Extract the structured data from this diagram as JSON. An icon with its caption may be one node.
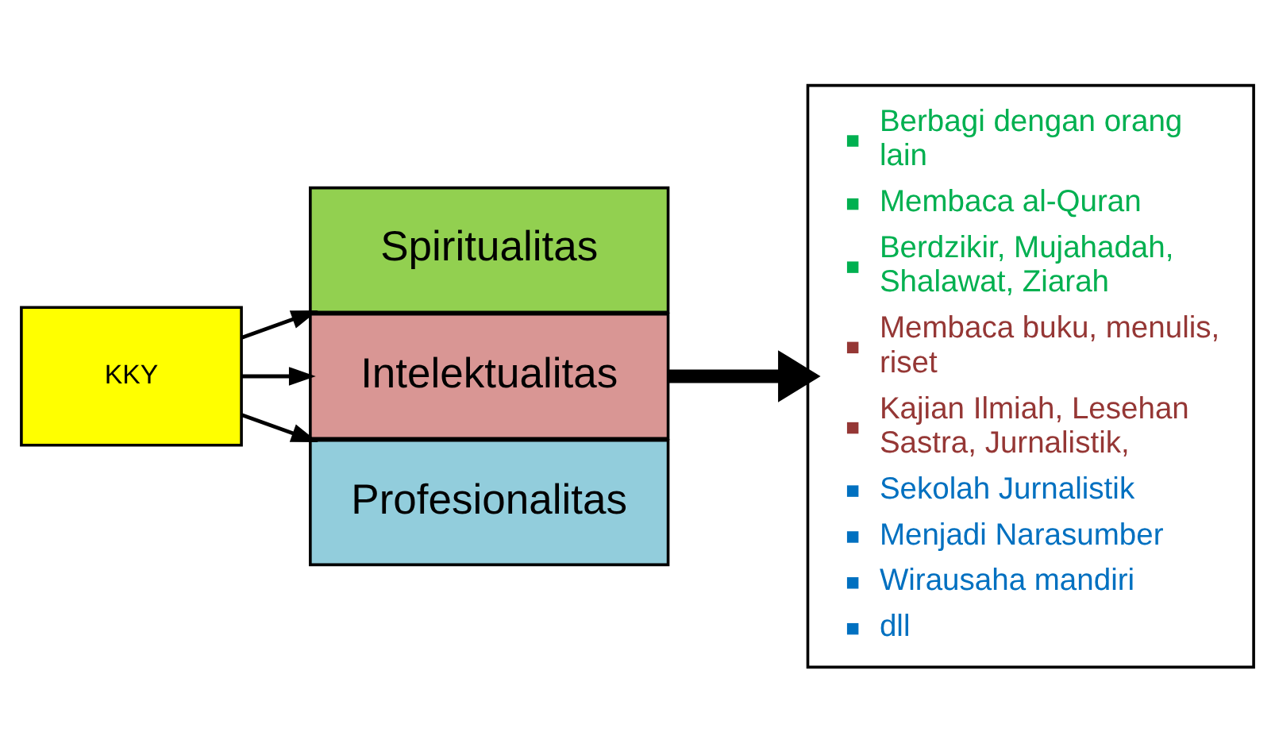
{
  "diagram": {
    "nodes": [
      {
        "text": [
          "KKY"
        ]
      },
      {
        "text": [
          "Spiritualitas"
        ]
      },
      {
        "text": [
          "Intelektualitas"
        ]
      },
      {
        "text": [
          "Profesionalitas"
        ]
      },
      {
        "text": [
          "Berbagi dengan orang lain",
          "Membaca al-Quran",
          "Berdzikir, Mujahadah, Shalawat, Ziarah",
          "Membaca buku, menulis, riset",
          "Kajian Ilmiah, Lesehan Sastra, Jurnalistik,",
          "Sekolah Jurnalistik",
          "Menjadi Narasumber",
          "Wirausaha mandiri",
          "dll"
        ]
      }
    ],
    "edges": [
      {
        "from": 0,
        "to": 1,
        "arrow": "to"
      },
      {
        "from": 0,
        "to": 2,
        "arrow": "to"
      },
      {
        "from": 0,
        "to": 3,
        "arrow": "to"
      },
      {
        "from": 2,
        "to": 4,
        "arrow": "to",
        "style": "thick"
      }
    ]
  }
}
